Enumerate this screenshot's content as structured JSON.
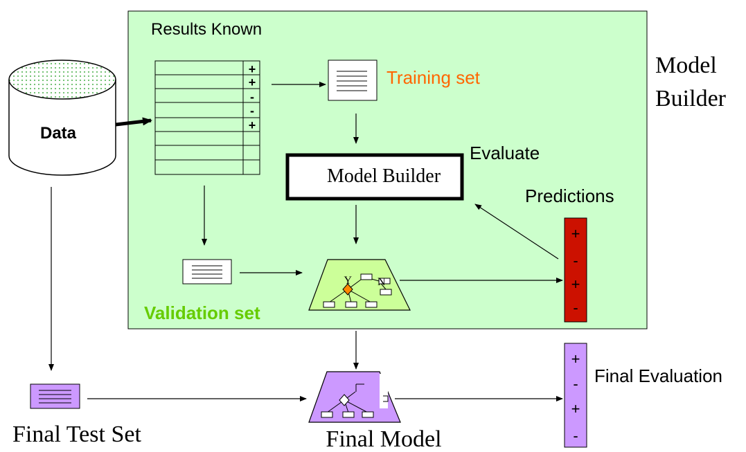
{
  "colors": {
    "panel_fill": "#ccffcc",
    "training_label": "#ff6600",
    "validation_label": "#66cc00",
    "predictions_fill": "#cc1100",
    "final_purple": "#cc99ff",
    "tree_green": "#ccff99",
    "diamond_orange": "#ff8800",
    "data_dots": "#66bb66"
  },
  "labels": {
    "results_known": "Results Known",
    "data": "Data",
    "training_set": "Training set",
    "model_builder_side": [
      "Model",
      "Builder"
    ],
    "evaluate": "Evaluate",
    "model_builder_box": "Model Builder",
    "predictions": "Predictions",
    "validation_set": "Validation set",
    "final_test_set": "Final Test Set",
    "final_model": "Final Model",
    "final_evaluation": "Final Evaluation",
    "tree_yes": "Y",
    "tree_no": "N"
  },
  "table_marks": [
    "+",
    "+",
    "-",
    "-",
    "+",
    "",
    "",
    ""
  ],
  "predictions_marks": [
    "+",
    "-",
    "+",
    "-"
  ],
  "final_eval_marks": [
    "+",
    "-",
    "+",
    "-"
  ],
  "icons": {
    "data": "database-cylinder-icon",
    "document": "document-lines-icon",
    "tree": "decision-tree-icon"
  }
}
